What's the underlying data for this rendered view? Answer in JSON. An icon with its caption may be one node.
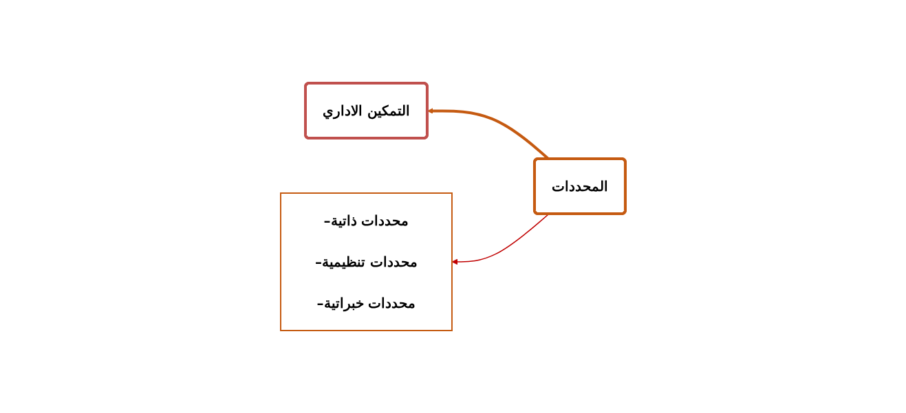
{
  "diagram": {
    "nodes": [
      {
        "text": [
          "المحددات"
        ]
      },
      {
        "text": [
          "التمكين الاداري"
        ]
      },
      {
        "text": [
          "–محددات ذاتية",
          "–محددات تنظيمية",
          "–محددات خبراتية"
        ]
      }
    ],
    "edges": [
      {
        "from": 0,
        "to": 1,
        "arrow": "to",
        "style": "thick",
        "color": "#c55a11"
      },
      {
        "from": 0,
        "to": 2,
        "arrow": "to",
        "color": "#c00000"
      }
    ]
  }
}
